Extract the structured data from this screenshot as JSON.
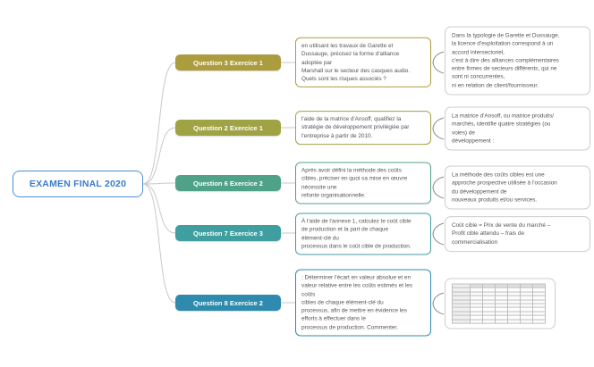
{
  "root": {
    "label": "EXAMEN FINAL 2020",
    "border_color": "#4a8fd3",
    "text_color": "#3a7bc8"
  },
  "branches": [
    {
      "label": "Question 3 Exercice 1",
      "color": "#ab9c3e",
      "question": "en utilisant les travaux de Garette et\nDussauge, précisez la forme d'alliance\nadoptée par\nMarshall sur le secteur des casques audio.\nQuels sont les risques associés ?",
      "answer": "Dans la typologie de Garette et Dussauge,\nla licence d'exploitation correspond à un\naccord intersectoriel,\nc'est à dire des alliances complémentaires\nentre firmes de secteurs différents, qui ne\nsont ni concurrentes,\nni en relation de client/fournisseur."
    },
    {
      "label": "Question 2 Exercice 1",
      "color": "#a0a344",
      "question": "l'aide de la matrice d'Ansoff, qualifiez la\nstratégie de développement privilégiée par\nl'entreprise à partir de 2010.",
      "answer": "La matrice d'Ansoff, ou matrice produits/\nmarchés, identifie quatre stratégies (ou\nvoies) de\ndéveloppement :"
    },
    {
      "label": "Question 6 Exercice 2",
      "color": "#4fa287",
      "question": "Après avoir défini la méthode des coûts\ncibles, préciser en quoi sa mise en œuvre\nnécessite une\nrefonte organisationnelle.",
      "answer": "La méthode des coûts cibles est une\napproche prospective utilisée à l'occasion\ndu développement de\nnouveaux produits et/ou services."
    },
    {
      "label": "Question 7 Exercice 3",
      "color": "#3f9fa0",
      "question": "À l'aide de l'annexe 1, calculez le coût cible\nde production et la part de chaque\nélément-clé du\nprocessus dans le coût cible de production.",
      "answer": "Coût cible = Prix de vente du marché –\nProfit cible attendu – frais de\ncommercialisation"
    },
    {
      "label": "Question 8 Exercice 2",
      "color": "#2f8bad",
      "question": ": Déterminer l'écart en valeur absolue et en\nvaleur relative entre les coûts estimés et les\ncoûts\ncibles de chaque élément-clé du\nprocessus, afin de mettre en évidence les\nefforts à effectuer dans le\nprocessus de production. Commenter.",
      "answer": ""
    }
  ],
  "answer_table": {
    "rows": 10,
    "cols": 7
  }
}
